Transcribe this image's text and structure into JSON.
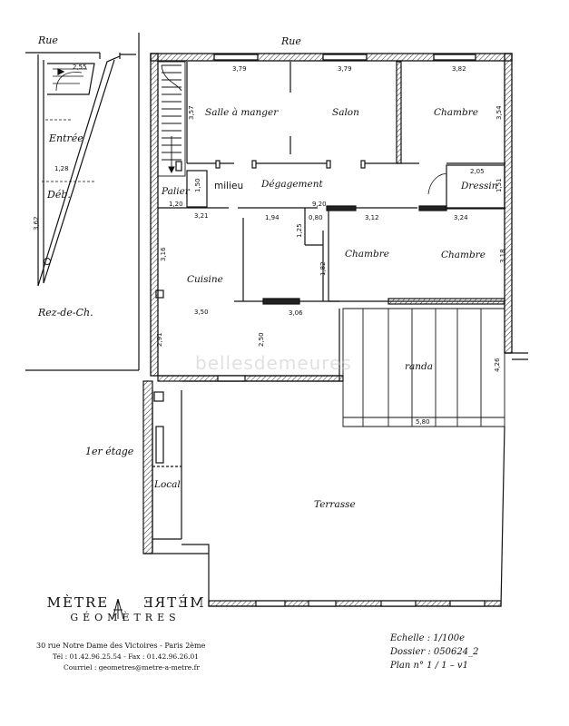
{
  "labels": {
    "rue_left": "Rue",
    "rue_main": "Rue",
    "entree": "Entrée",
    "deb": "Déb.",
    "rez": "Rez-de-Ch.",
    "premier": "1er étage",
    "palier": "Palier",
    "milieu": "milieu",
    "degagement": "Dégagement",
    "salle": "Salle à manger",
    "salon": "Salon",
    "chambre_nr": "Chambre",
    "dressing": "Dressin",
    "chambre_c1": "Chambre",
    "chambre_c2": "Chambre",
    "cuisine": "Cuisine",
    "veranda": "randa",
    "local": "Local",
    "terrasse": "Terrasse"
  },
  "dims": {
    "d255": "2,55",
    "d128": "1,28",
    "d362": "3,62",
    "d379a": "3,79",
    "d379b": "3,79",
    "d382": "3,82",
    "d357": "3,57",
    "d354": "3,54",
    "d150": "1,50",
    "d120": "1,20",
    "d920": "9,20",
    "d205": "2,05",
    "d151": "1,51",
    "d321": "3,21",
    "d194": "1,94",
    "d080": "0,80",
    "d312": "3,12",
    "d324": "3,24",
    "d125": "1,25",
    "d316": "3,16",
    "d318": "3,18",
    "d182": "1,82",
    "d350": "3,50",
    "d306": "3,06",
    "d291": "2,91",
    "d250": "2,50",
    "d426": "4,26",
    "d580": "5,80"
  },
  "firm": {
    "name_left": "MÈTRE",
    "name_right": "MÈTRE",
    "subtitle": "GÉOMÈTRES",
    "address": "30 rue Notre Dame des Victoires - Paris 2ème",
    "phone": "Tél : 01.42.96.25.54 - Fax : 01.42.96.26.01",
    "email": "Courriel : geometres@metre-a-metre.fr"
  },
  "meta": {
    "echelle": "Echelle  :  1/100e",
    "dossier": "Dossier  :  050624_2",
    "plan": "Plan  n°  1  /  1  –  v1"
  },
  "watermark": "bellesdemeures"
}
